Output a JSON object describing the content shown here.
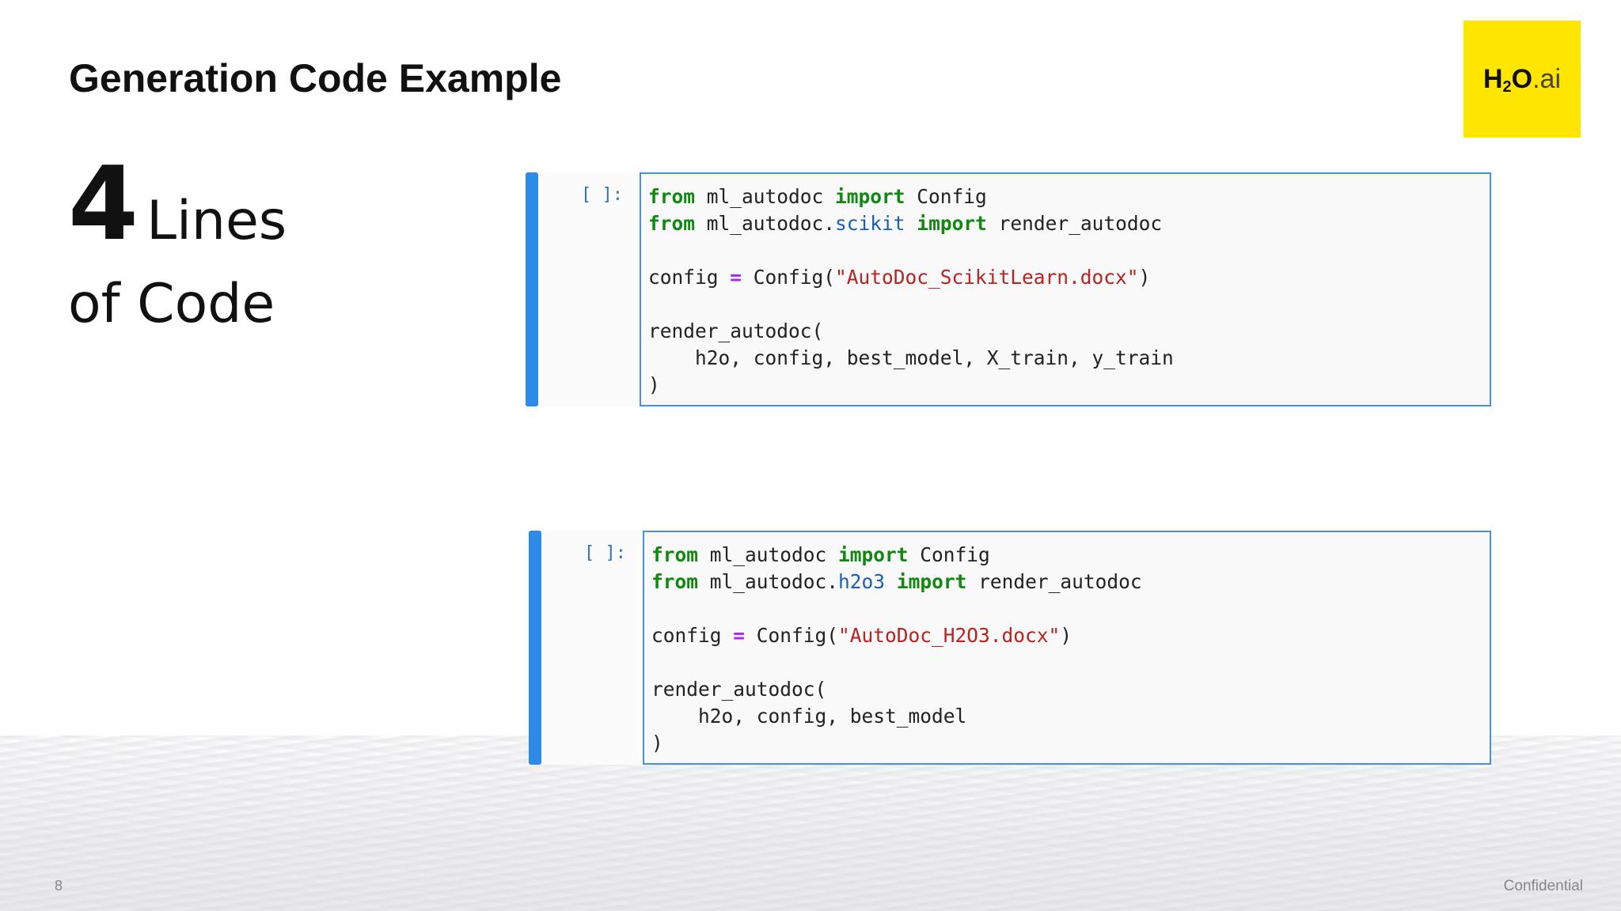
{
  "slide": {
    "title": "Generation Code Example",
    "headline_number": "4",
    "headline_word": "Lines",
    "headline_line2": "of Code",
    "page_number": "8",
    "footer_label": "Confidential"
  },
  "logo": {
    "h": "H",
    "sub": "2",
    "o": "O",
    "ai": ".ai",
    "color": "#FFE600"
  },
  "cell1": {
    "prompt": "[ ]:",
    "lines": {
      "l1": {
        "kw1": "from",
        "t1": " ml_autodoc ",
        "kw2": "import",
        "t2": " Config"
      },
      "l2": {
        "kw1": "from",
        "t1": " ml_autodoc.",
        "mod": "scikit",
        "t2": " ",
        "kw2": "import",
        "t3": " render_autodoc"
      },
      "l3": {
        "t1": "config ",
        "op": "=",
        "t2": " Config(",
        "str": "\"AutoDoc_ScikitLearn.docx\"",
        "t3": ")"
      },
      "l4": "render_autodoc(",
      "l5": "    h2o, config, best_model, X_train, y_train",
      "l6": ")"
    }
  },
  "cell2": {
    "prompt": "[ ]:",
    "lines": {
      "l1": {
        "kw1": "from",
        "t1": " ml_autodoc ",
        "kw2": "import",
        "t2": " Config"
      },
      "l2": {
        "kw1": "from",
        "t1": " ml_autodoc.",
        "mod": "h2o3",
        "t2": " ",
        "kw2": "import",
        "t3": " render_autodoc"
      },
      "l3": {
        "t1": "config ",
        "op": "=",
        "t2": " Config(",
        "str": "\"AutoDoc_H2O3.docx\"",
        "t3": ")"
      },
      "l4": "render_autodoc(",
      "l5": "    h2o, config, best_model",
      "l6": ")"
    }
  },
  "colors": {
    "cell_bar": "#2d8ae6",
    "keyword": "#118811",
    "module": "#1a5fb4",
    "string": "#ba2121",
    "operator": "#aa22ff"
  }
}
